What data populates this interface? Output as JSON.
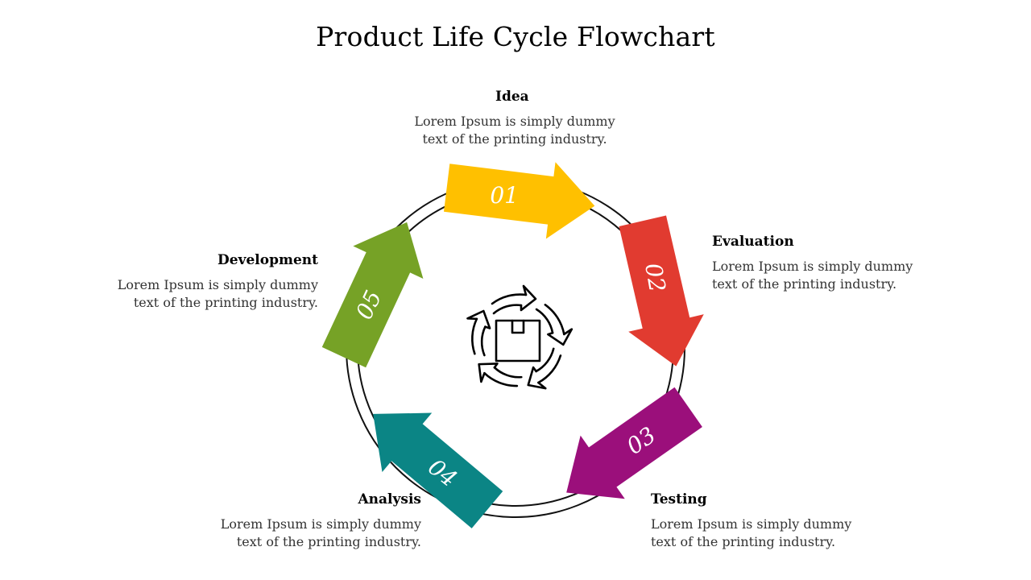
{
  "title": "Product Life Cycle Flowchart",
  "steps": [
    {
      "number": "01",
      "heading": "Idea",
      "line1": "Lorem Ipsum is simply dummy",
      "line2": "text of the printing industry.",
      "color": "#FFC000"
    },
    {
      "number": "02",
      "heading": "Evaluation",
      "line1": "Lorem Ipsum is simply dummy",
      "line2": "text of the printing industry.",
      "color": "#E13B30"
    },
    {
      "number": "03",
      "heading": "Testing",
      "line1": "Lorem Ipsum is simply dummy",
      "line2": "text of the printing industry.",
      "color": "#9B0F7B"
    },
    {
      "number": "04",
      "heading": "Analysis",
      "line1": "Lorem Ipsum is simply dummy",
      "line2": "text of the printing industry.",
      "color": "#0B8585"
    },
    {
      "number": "05",
      "heading": "Development",
      "line1": "Lorem Ipsum is simply dummy",
      "line2": "text of the printing industry.",
      "color": "#76A226"
    }
  ],
  "center_icon": "recycle-box-icon"
}
